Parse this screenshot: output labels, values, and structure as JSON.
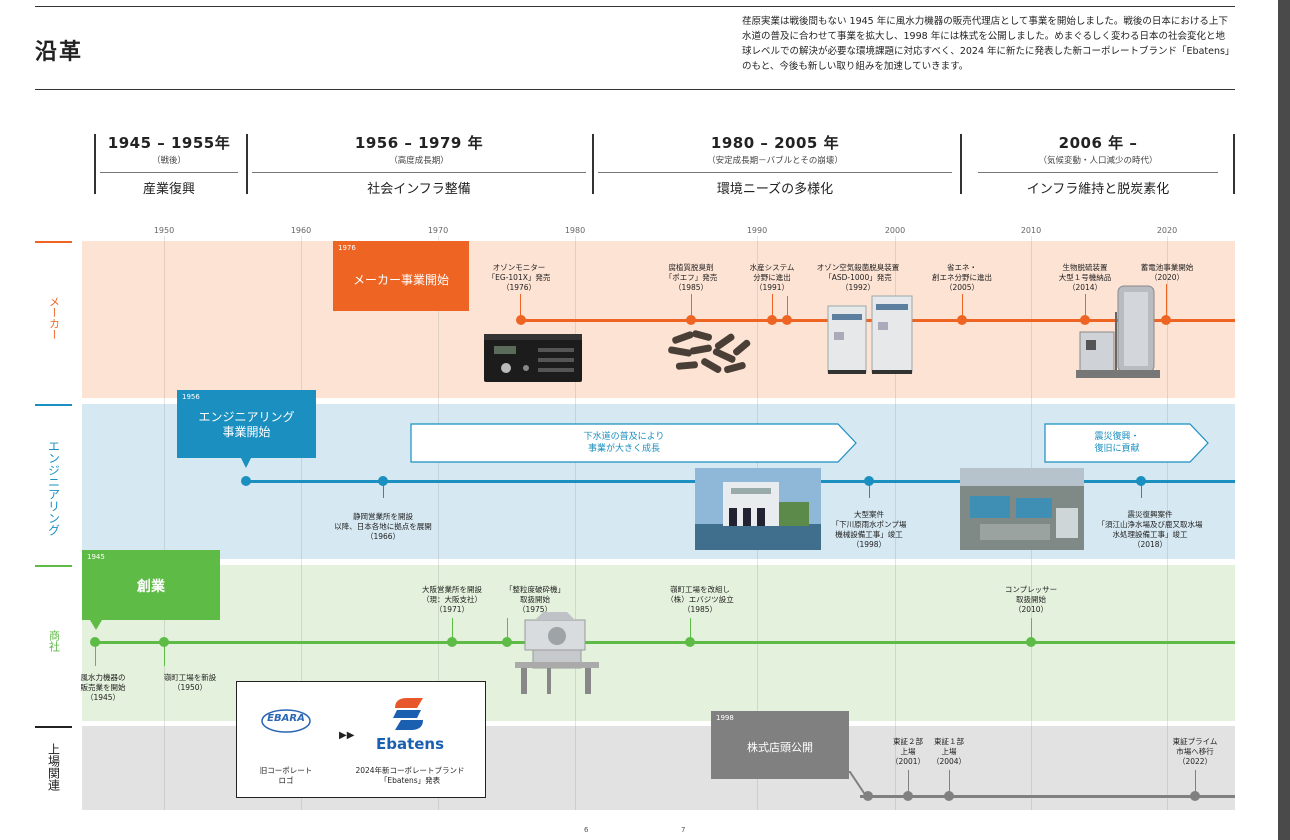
{
  "header": {
    "title": "沿革",
    "intro": "荏原実業は戦後間もない 1945 年に風水力機器の販売代理店として事業を開始しました。戦後の日本における上下水道の普及に合わせて事業を拡大し、1998 年には株式を公開しました。めまぐるしく変わる日本の社会変化と地球レベルでの解決が必要な環境課題に対応すべく、2024 年に新たに発表した新コーポレートブランド「Ebatens」のもと、今後も新しい取り組みを加速していきます。"
  },
  "eras": [
    {
      "years": "1945 – 1955年",
      "sub": "（戦後）",
      "name": "産業復興"
    },
    {
      "years": "1956 – 1979 年",
      "sub": "（高度成長期）",
      "name": "社会インフラ整備"
    },
    {
      "years": "1980 – 2005 年",
      "sub": "（安定成長期－バブルとその崩壊）",
      "name": "環境ニーズの多様化"
    },
    {
      "years": "2006 年 –",
      "sub": "（気候変動・人口減少の時代）",
      "name": "インフラ維持と脱炭素化"
    }
  ],
  "year_ticks": [
    "1950",
    "1960",
    "1970",
    "1980",
    "1990",
    "2000",
    "2010",
    "2020"
  ],
  "lanes": {
    "maker": "メーカー",
    "engineering": "エンジニアリング",
    "trading": "商社",
    "listing": "上場関連"
  },
  "colors": {
    "maker": "#ee6423",
    "maker_bg": "#fde3d4",
    "engineering": "#1a8fc0",
    "engineering_bg": "#d6e8f2",
    "trading": "#5dbb46",
    "trading_bg": "#e4f1dc",
    "listing": "#808080",
    "listing_bg": "#e2e2e2"
  },
  "milestones": {
    "maker": {
      "year": "1976",
      "label": "メーカー事業開始"
    },
    "engineering": {
      "year": "1956",
      "label": "エンジニアリング\n事業開始"
    },
    "trading": {
      "year": "1945",
      "label": "創業"
    },
    "listing": {
      "year": "1998",
      "label": "株式店頭公開"
    }
  },
  "arrows": {
    "sewer": "下水道の普及により\n事業が大きく成長",
    "disaster": "震災復興・\n復旧に貢献"
  },
  "events": {
    "maker": [
      "オゾンモニター\n「EG-101X」発売\n（1976）",
      "腐植質脱臭剤\n「ポエフ」発売\n（1985）",
      "水産システム\n分野に進出\n（1991）",
      "オゾン空気殺菌脱臭装置\n「ASD-1000」発売\n（1992）",
      "省エネ・\n創エネ分野に進出\n（2005）",
      "生物脱硫装置\n大型１号機納品\n（2014）",
      "蓄電池事業開始\n（2020）"
    ],
    "engineering": [
      "静岡営業所を開設\n以降、日本各地に拠点を展開\n（1966）",
      "大型案件\n「下川原雨水ポンプ場\n機械設備工事」竣工\n（1998）",
      "震災復興案件\n「須江山浄水場及び鹿又取水場\n水処理設備工事」竣工\n（2018）"
    ],
    "trading": [
      "風水力機器の\n販売業を開始\n（1945）",
      "嶺町工場を新設\n（1950）",
      "大阪営業所を開設\n（現：大阪支社）\n（1971）",
      "「整粒度破砕機」\n取扱開始\n（1975）",
      "嶺町工場を改組し\n（株）エバジツ設立\n（1985）",
      "コンプレッサー\n取扱開始\n（2010）"
    ],
    "listing": [
      "東証２部\n上場\n（2001）",
      "東証１部\n上場\n（2004）",
      "東証プライム\n市場へ移行\n（2022）"
    ]
  },
  "brand": {
    "old_logo_text": "EBARA",
    "old_caption": "旧コーポレート\nロゴ",
    "new_logo_text": "Ebatens",
    "new_caption": "2024年新コーポレートブランド\n「Ebatens」発表"
  },
  "page_numbers": [
    "6",
    "7"
  ]
}
